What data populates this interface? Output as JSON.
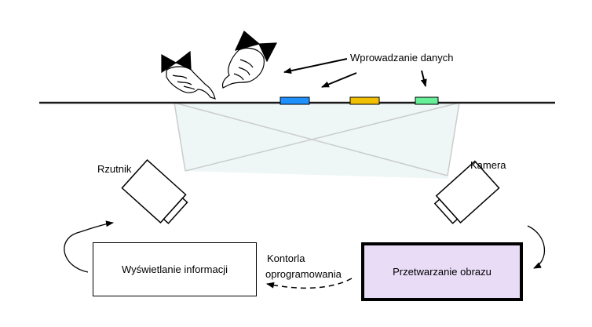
{
  "labels": {
    "data_input": "Wprowadzanie danych",
    "projector": "Rzutnik",
    "camera": "Kamera",
    "software_control_line1": "Kontorla",
    "software_control_line2": "oprogramowania"
  },
  "boxes": {
    "display": "Wyświetlanie informacji",
    "processing": "Przetwarzanie obrazu"
  },
  "colors": {
    "marker_blue": "#1e90ff",
    "marker_yellow": "#f0c000",
    "marker_green": "#66ee99",
    "processing_fill": "#e9dcf7",
    "projection_fill": "#eef6f6"
  },
  "icons": {
    "hands": "pointing-hands-icon",
    "projector": "projector-device-icon",
    "camera": "camera-device-icon"
  }
}
